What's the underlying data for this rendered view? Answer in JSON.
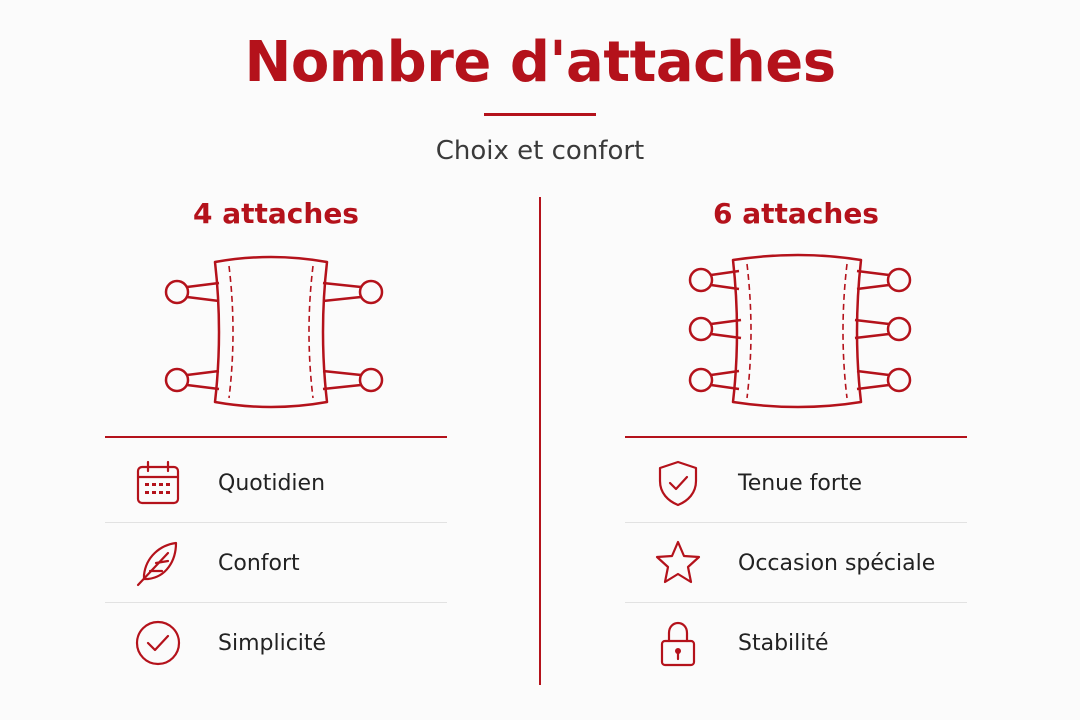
{
  "header": {
    "title": "Nombre d'attaches",
    "subtitle": "Choix et confort"
  },
  "colors": {
    "accent": "#b4121b",
    "text": "#222222",
    "separator": "#e2e2e2"
  },
  "left": {
    "heading": "4 attaches",
    "hooks_per_side": 2,
    "features": [
      {
        "label": "Quotidien",
        "icon": "calendar-icon"
      },
      {
        "label": "Confort",
        "icon": "feather-icon"
      },
      {
        "label": "Simplicité",
        "icon": "check-circle-icon"
      }
    ]
  },
  "right": {
    "heading": "6 attaches",
    "hooks_per_side": 3,
    "features": [
      {
        "label": "Tenue forte",
        "icon": "shield-check-icon"
      },
      {
        "label": "Occasion spéciale",
        "icon": "star-icon"
      },
      {
        "label": "Stabilité",
        "icon": "lock-icon"
      }
    ]
  }
}
